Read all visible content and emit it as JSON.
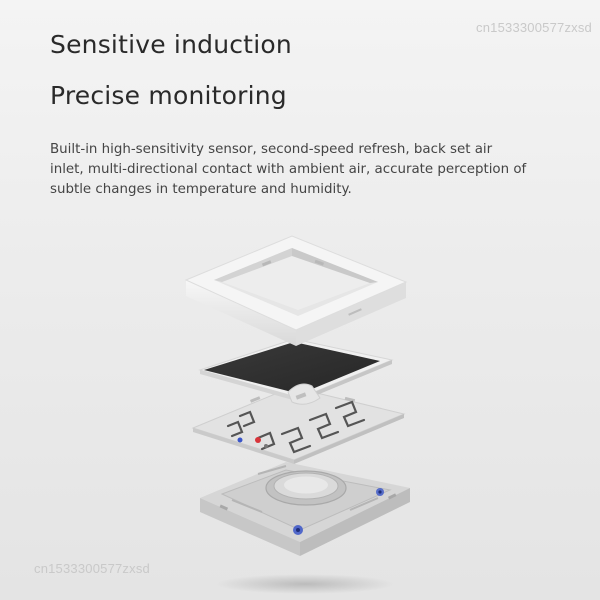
{
  "watermark_text": "cn1533300577zxsd",
  "headline_1": "Sensitive induction",
  "headline_2": "Precise monitoring",
  "description": "Built-in high-sensitivity sensor, second-speed refresh, back set air inlet, multi-directional contact with ambient air, accurate perception of subtle changes in temperature and humidity.",
  "product_layers": [
    "front-frame",
    "e-ink-screen",
    "lcd-segment-panel",
    "back-case-with-battery"
  ],
  "colors": {
    "frame": "#f5f5f5",
    "screen": "#2e2e2e",
    "panel": "#e4e4e4",
    "back_case": "#dcdcdc",
    "accent_blue": "#3a55c8",
    "accent_red": "#d8343a"
  }
}
